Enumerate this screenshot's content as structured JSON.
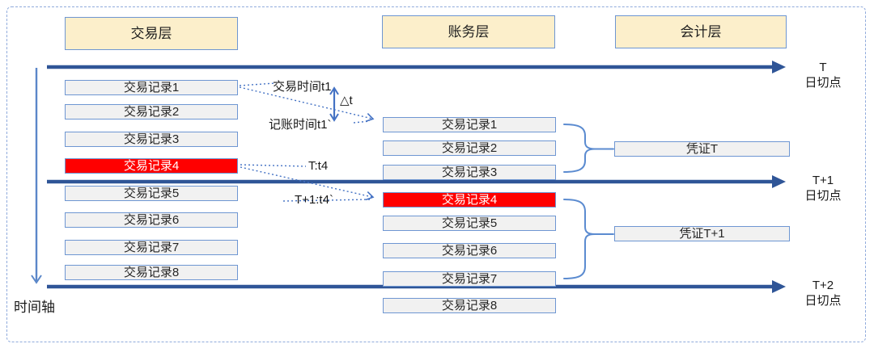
{
  "headers": [
    {
      "label": "交易层"
    },
    {
      "label": "账务层"
    },
    {
      "label": "会计层"
    }
  ],
  "transaction_layer": {
    "records": [
      {
        "label": "交易记录1",
        "highlight": false
      },
      {
        "label": "交易记录2",
        "highlight": false
      },
      {
        "label": "交易记录3",
        "highlight": false
      },
      {
        "label": "交易记录4",
        "highlight": true
      },
      {
        "label": "交易记录5",
        "highlight": false
      },
      {
        "label": "交易记录6",
        "highlight": false
      },
      {
        "label": "交易记录7",
        "highlight": false
      },
      {
        "label": "交易记录8",
        "highlight": false
      }
    ]
  },
  "ledger_layer": {
    "records": [
      {
        "label": "交易记录1",
        "highlight": false
      },
      {
        "label": "交易记录2",
        "highlight": false
      },
      {
        "label": "交易记录3",
        "highlight": false
      },
      {
        "label": "交易记录4",
        "highlight": true
      },
      {
        "label": "交易记录5",
        "highlight": false
      },
      {
        "label": "交易记录6",
        "highlight": false
      },
      {
        "label": "交易记录7",
        "highlight": false
      },
      {
        "label": "交易记录8",
        "highlight": false
      }
    ]
  },
  "accounting_layer": {
    "vouchers": [
      {
        "label": "凭证T"
      },
      {
        "label": "凭证T+1"
      }
    ]
  },
  "annotations": {
    "trade_time": "交易时间t1",
    "delta_t": "△t",
    "booking_time": "记账时间t1`",
    "t_cutover_time": "T:t4",
    "t1_cutover_time": "T+1:t4`"
  },
  "timeline_labels": [
    {
      "line1": "T",
      "line2": "日切点"
    },
    {
      "line1": "T+1",
      "line2": "日切点"
    },
    {
      "line1": "T+2",
      "line2": "日切点"
    }
  ],
  "time_axis": {
    "label": "时间轴"
  },
  "colors": {
    "highlight": "#FF0000",
    "timeline": "#2F5597",
    "connector": "#4472C4",
    "axis": "#5B87C9",
    "brace": "#5B8BD0",
    "header_fill": "#FCEFCB",
    "box_border": "#6E96D2",
    "box_fill": "#F1F1F1",
    "frame": "#8FAADC"
  }
}
